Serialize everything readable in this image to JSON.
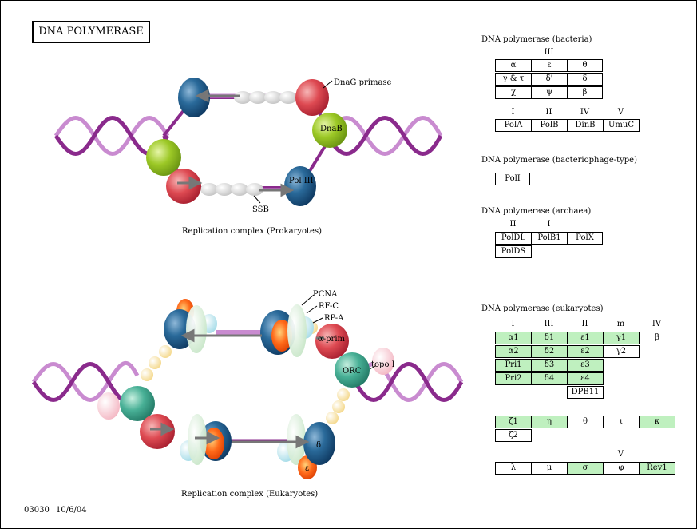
{
  "title": "DNA POLYMERASE",
  "footer": {
    "id": "03030",
    "date": "10/6/04"
  },
  "prokaryote": {
    "caption": "Replication complex (Prokaryotes)",
    "labels": {
      "dnag": "DnaG primase",
      "dnab": "DnaB",
      "pol3": "Pol III",
      "ssb": "SSB"
    }
  },
  "eukaryote": {
    "caption": "Replication complex (Eukaryotes)",
    "labels": {
      "pcna": "PCNA",
      "rfc": "RF-C",
      "rpa": "RP-A",
      "aprim": "α-prim",
      "orc": "ORC",
      "topo": "topo I",
      "delta": "δ",
      "epsilon": "ε"
    }
  },
  "bacteria": {
    "heading": "DNA polymerase (bacteria)",
    "pol3_header": "III",
    "pol3_grid": [
      [
        "α",
        "ε",
        "θ"
      ],
      [
        "γ & τ",
        "δ'",
        "δ"
      ],
      [
        "χ",
        "ψ",
        "β"
      ]
    ],
    "others_headers": [
      "I",
      "II",
      "IV",
      "V"
    ],
    "others": [
      "PolA",
      "PolB",
      "DinB",
      "UmuC"
    ]
  },
  "phage": {
    "heading": "DNA polymerase (bacteriophage-type)",
    "cells": [
      "PolI"
    ]
  },
  "archaea": {
    "heading": "DNA polymerase (archaea)",
    "headers": [
      "II",
      "I"
    ],
    "row1": [
      "PolDL",
      "PolB1",
      "PolX"
    ],
    "row2": [
      "PolDS"
    ]
  },
  "eukaryotes": {
    "heading": "DNA polymerase (eukaryotes)",
    "headers": [
      "I",
      "III",
      "II",
      "m",
      "IV"
    ],
    "col1": [
      "α1",
      "α2",
      "Pri1",
      "Pri2"
    ],
    "col2": [
      "δ1",
      "δ2",
      "δ3",
      "δ4"
    ],
    "col3": [
      "ε1",
      "ε2",
      "ε3",
      "ε4",
      "DPB11"
    ],
    "col4": [
      "γ1",
      "γ2"
    ],
    "col5": [
      "β"
    ],
    "row_zeta": [
      "ζ1",
      "η",
      "θ",
      "ι",
      "κ"
    ],
    "row_zeta2": [
      "ζ2"
    ],
    "v_header": "V",
    "row_last": [
      "λ",
      "μ",
      "σ",
      "φ",
      "Rev1"
    ]
  },
  "colors": {
    "dna_dark": "#8a2a8c",
    "dna_light": "#c98bd0",
    "green_cell": "#bff0bf",
    "protein_blue": "#1e5a8a",
    "protein_red": "#d9404a",
    "protein_green": "#99cc22",
    "protein_teal": "#3aa088"
  }
}
